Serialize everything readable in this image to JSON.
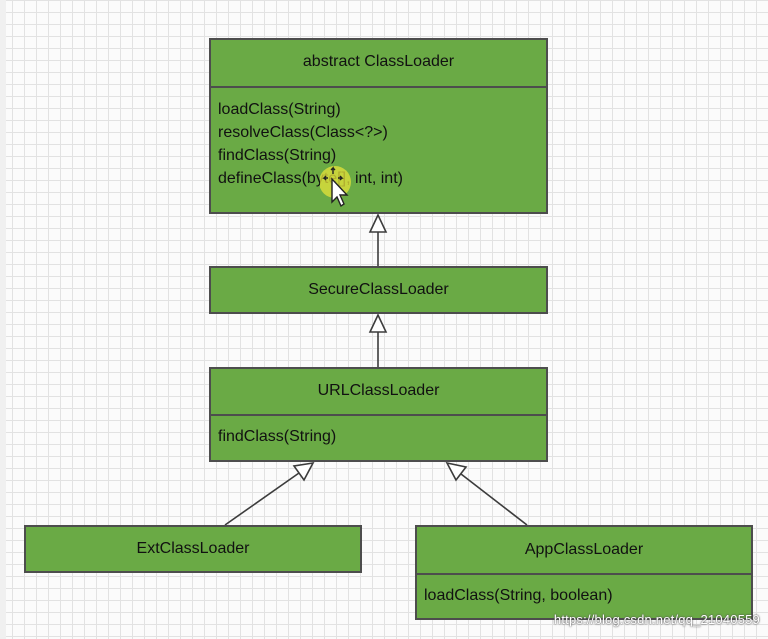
{
  "diagram": {
    "classes": [
      {
        "id": "cl",
        "name": "abstract ClassLoader",
        "methods": [
          "loadClass(String)",
          "resolveClass(Class<?>)",
          "findClass(String)",
          "defineClass(byte[], int, int)"
        ]
      },
      {
        "id": "scl",
        "name": "SecureClassLoader",
        "methods": []
      },
      {
        "id": "ucl",
        "name": "URLClassLoader",
        "methods": [
          "findClass(String)"
        ]
      },
      {
        "id": "ecl",
        "name": "ExtClassLoader",
        "methods": []
      },
      {
        "id": "acl",
        "name": "AppClassLoader",
        "methods": [
          "loadClass(String, boolean)"
        ]
      }
    ],
    "relations": [
      {
        "from": "SecureClassLoader",
        "to": "abstract ClassLoader",
        "type": "inheritance"
      },
      {
        "from": "URLClassLoader",
        "to": "SecureClassLoader",
        "type": "inheritance"
      },
      {
        "from": "ExtClassLoader",
        "to": "URLClassLoader",
        "type": "inheritance"
      },
      {
        "from": "AppClassLoader",
        "to": "URLClassLoader",
        "type": "inheritance"
      }
    ]
  },
  "colors": {
    "class_fill": "#6aaa45",
    "class_border": "#4d4d4d",
    "grid": "#e2e2e2",
    "cursor_highlight": "#e6e23a"
  },
  "watermark": "https://blog.csdn.net/qq_21040559"
}
